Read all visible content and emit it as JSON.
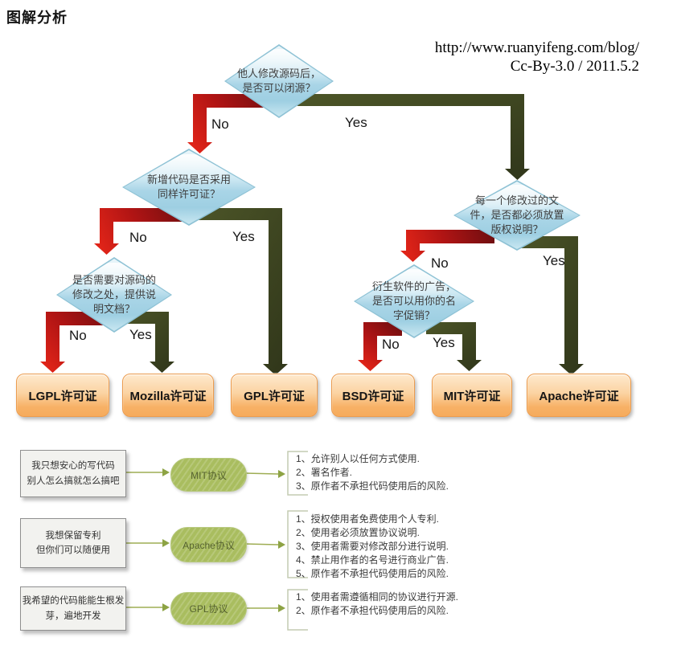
{
  "page": {
    "title": "图解分析"
  },
  "credit": {
    "url": "http://www.ruanyifeng.com/blog/",
    "license_line": "Cc-By-3.0 / 2011.5.2"
  },
  "flowchart": {
    "branch_labels": {
      "yes": "Yes",
      "no": "No"
    },
    "decisions": [
      {
        "id": "can-close-source",
        "lines": [
          "他人修改源码后，",
          "是否可以闭源？"
        ]
      },
      {
        "id": "same-license",
        "lines": [
          "新增代码是否采用",
          "同样许可证？"
        ]
      },
      {
        "id": "document-changes",
        "lines": [
          "是否需要对源码的",
          "修改之处，提供说",
          "明文档？"
        ]
      },
      {
        "id": "copyright-notice",
        "lines": [
          "每一个修改过的文",
          "件，是否都必须放置",
          "版权说明？"
        ]
      },
      {
        "id": "name-promotion",
        "lines": [
          "衍生软件的广告，",
          "是否可以用你的名",
          "字促销？"
        ]
      }
    ],
    "licenses": [
      "LGPL许可证",
      "Mozilla许可证",
      "GPL许可证",
      "BSD许可证",
      "MIT许可证",
      "Apache许可证"
    ]
  },
  "summary_rows": [
    {
      "need_lines": [
        "我只想安心的写代码",
        "别人怎么搞就怎么搞吧"
      ],
      "license": "MIT协议",
      "points": [
        "1、允许别人以任何方式使用.",
        "2、署名作者.",
        "3、原作者不承担代码使用后的风险."
      ]
    },
    {
      "need_lines": [
        "我想保留专利",
        "但你们可以随便用"
      ],
      "license": "Apache协议",
      "points": [
        "1、授权使用者免费使用个人专利.",
        "2、使用者必须放置协议说明.",
        "3、使用者需要对修改部分进行说明.",
        "4、禁止用作者的名号进行商业广告.",
        "5、原作者不承担代码使用后的风险."
      ]
    },
    {
      "need_lines": [
        "我希望的代码能能生根发",
        "芽，遍地开发"
      ],
      "license": "GPL协议",
      "points": [
        "1、使用者需遵循相同的协议进行开源.",
        "2、原作者不承担代码使用后的风险."
      ]
    }
  ],
  "colors": {
    "no_arrow": "#c01414",
    "yes_arrow": "#3e461f",
    "decision_fill": "#bfe0ee",
    "license_box": "#f6ad60",
    "protocol_pill": "#a9bd5f",
    "connector": "#9ead53"
  }
}
